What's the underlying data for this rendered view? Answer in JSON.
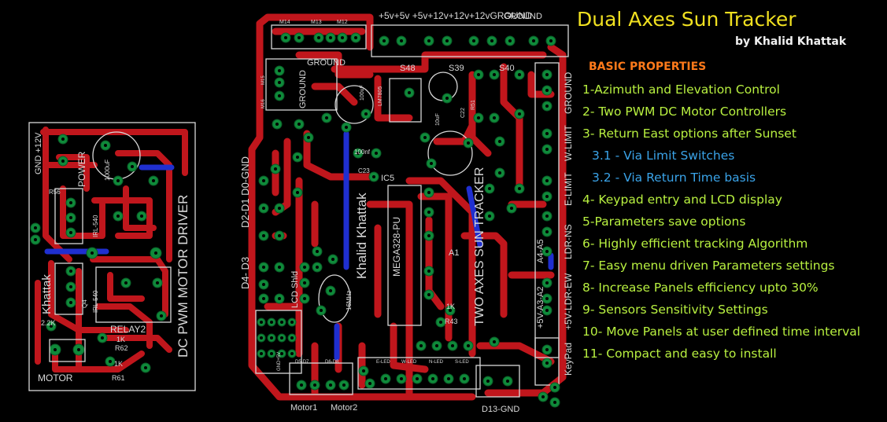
{
  "document": {
    "title": "Dual Axes Sun Tracker",
    "author": "by Khalid Khattak",
    "section_heading": "BASIC PROPERTIES",
    "features": [
      {
        "text": "1-Azimuth and Elevation Control",
        "sub": false
      },
      {
        "text": "2- Two PWM DC Motor Controllers",
        "sub": false
      },
      {
        "text": "3- Return East options after Sunset",
        "sub": false
      },
      {
        "text": "3.1  - Via Limit Switches",
        "sub": true
      },
      {
        "text": "3.2  - Via Return Time basis",
        "sub": true
      },
      {
        "text": "4- Keypad entry and LCD display",
        "sub": false
      },
      {
        "text": "5-Parameters save options",
        "sub": false
      },
      {
        "text": "6- Highly efficient tracking Algorithm",
        "sub": false
      },
      {
        "text": "7- Easy menu driven Parameters settings",
        "sub": false
      },
      {
        "text": "8- Increase Panels efficiency upto 30%",
        "sub": false
      },
      {
        "text": "9- Sensors Sensitivity Settings",
        "sub": false
      },
      {
        "text": "10- Move Panels at user defined time interval",
        "sub": false
      },
      {
        "text": "11- Compact and easy to install",
        "sub": false
      }
    ],
    "colors": {
      "title": "#f0e020",
      "heading": "#ff7a1a",
      "feature": "#b8f040",
      "sub_feature": "#3aa3e8",
      "trace": "#c0161c",
      "pad": "#0f8a3a",
      "silkscreen": "#d8d8d8"
    }
  },
  "motor_board": {
    "labels": {
      "gnd12v": "GND +12V",
      "power": "POWER",
      "cap": "1000uF",
      "r56": "R56",
      "irl540a": "IRL-540",
      "irl540b": "IRL-540",
      "khattak": "Khattak",
      "q4": "Q4",
      "relay2": "RELAY2",
      "r62": "R62",
      "r61": "R61",
      "k1a": "1K",
      "k1b": "1K",
      "r1k": "2.2K",
      "motor": "MOTOR",
      "driver": "DC PWM MOTOR DRIVER"
    }
  },
  "main_board": {
    "labels": {
      "m14": "M14",
      "m13": "M13",
      "m12": "M12",
      "ground_a": "GROUND",
      "ground_b": "GROUND",
      "ground_c": "GROUND",
      "m15": "M15",
      "m16": "M16",
      "top_header": "+5v+5v  +5v+12v+12v+12vGROUND",
      "s48": "S48",
      "s39": "S39",
      "s40": "S40",
      "lm7805": "LM7805",
      "cap100": "100uF",
      "cap10": "10uF",
      "c22": "C22",
      "r51": "R51",
      "c23": "C23",
      "nf100": "100nf",
      "ic5": "IC5",
      "author_silk": "Khalid Khattak",
      "chip": "MEGA328-PU",
      "sun_tracker": "TWO AXES SUN TRACKER",
      "d0gnd": "D2-D1 D0-GND",
      "d4d3": "D4- D3",
      "lcd": "LCD Shld",
      "mhz": "16MHz",
      "k1": "1K",
      "r43": "R43",
      "a1": "A1",
      "wlimit": "W-LIMIT",
      "elimit": "E-LIMIT",
      "ldrns": "LDR-NS",
      "ldrew": "+5V-LDR-EW",
      "a4a5": "A4-A5",
      "a3a2": "+5V-A3-A2",
      "keypad": "KeyPad",
      "d13gnd": "D13-GND",
      "motor1": "Motor1",
      "motor2": "Motor2",
      "d5d7": "D5-D7",
      "d6d8": "D6-D8",
      "eled": "E-LED",
      "wled": "W-LED",
      "nled": "N-LED",
      "sled": "S-LED",
      "gnd5v": "GND+5V"
    }
  }
}
